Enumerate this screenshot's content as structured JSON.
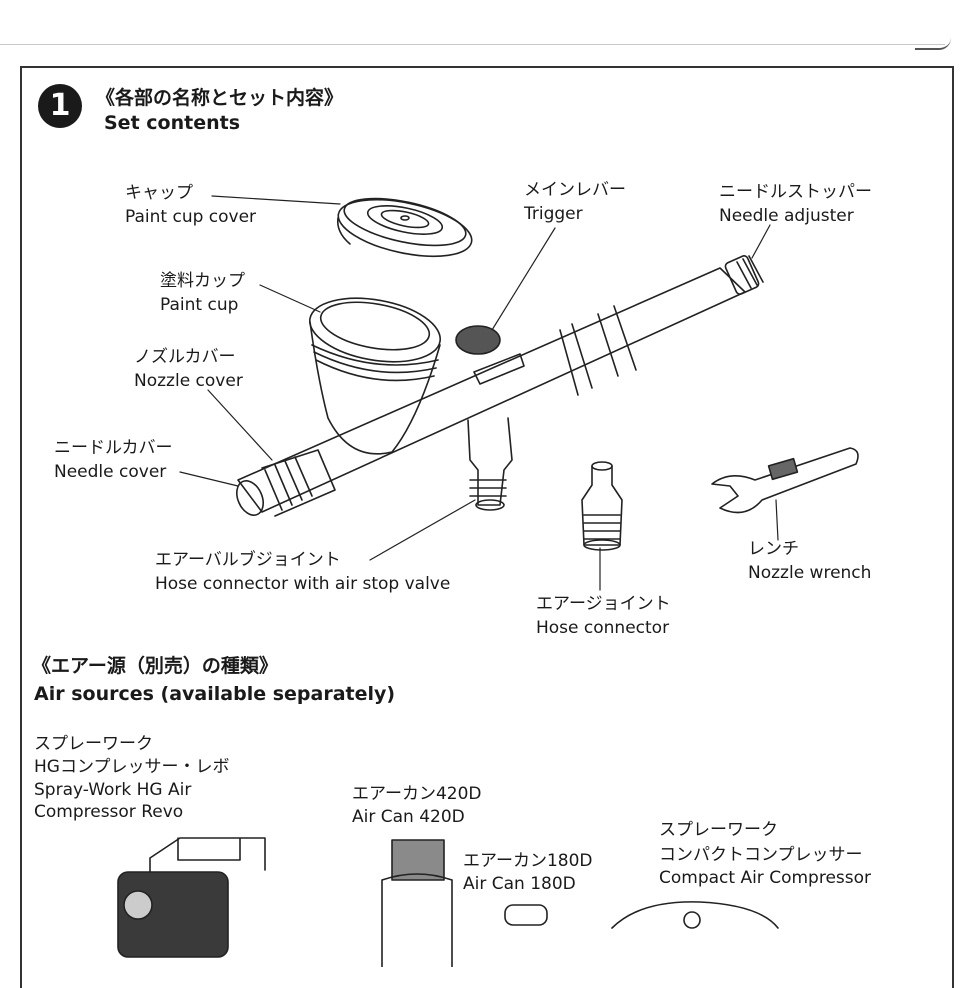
{
  "step_number": "1",
  "section1": {
    "title_jp": "《各部の名称とセット内容》",
    "title_en": "Set contents"
  },
  "parts": [
    {
      "jp": "キャップ",
      "en": "Paint cup cover"
    },
    {
      "jp": "メインレバー",
      "en": "Trigger"
    },
    {
      "jp": "ニードルストッパー",
      "en": "Needle adjuster"
    },
    {
      "jp": "塗料カップ",
      "en": "Paint cup"
    },
    {
      "jp": "ノズルカバー",
      "en": "Nozzle cover"
    },
    {
      "jp": "ニードルカバー",
      "en": "Needle cover"
    },
    {
      "jp": "エアーバルブジョイント",
      "en": "Hose connector with air stop valve"
    },
    {
      "jp": "エアージョイント",
      "en": "Hose connector"
    },
    {
      "jp": "レンチ",
      "en": "Nozzle wrench"
    }
  ],
  "section2": {
    "title_jp": "《エアー源（別売）の種類》",
    "title_en": "Air sources (available separately)"
  },
  "air_sources": [
    {
      "jp1": "スプレーワーク",
      "jp2": "HGコンプレッサー・レボ",
      "en1": "Spray-Work HG Air",
      "en2": "Compressor Revo"
    },
    {
      "jp": "エアーカン420D",
      "en": "Air Can 420D"
    },
    {
      "jp": "エアーカン180D",
      "en": "Air Can 180D"
    },
    {
      "jp1": "スプレーワーク",
      "jp2": "コンパクトコンプレッサー",
      "en": "Compact Air Compressor"
    }
  ]
}
